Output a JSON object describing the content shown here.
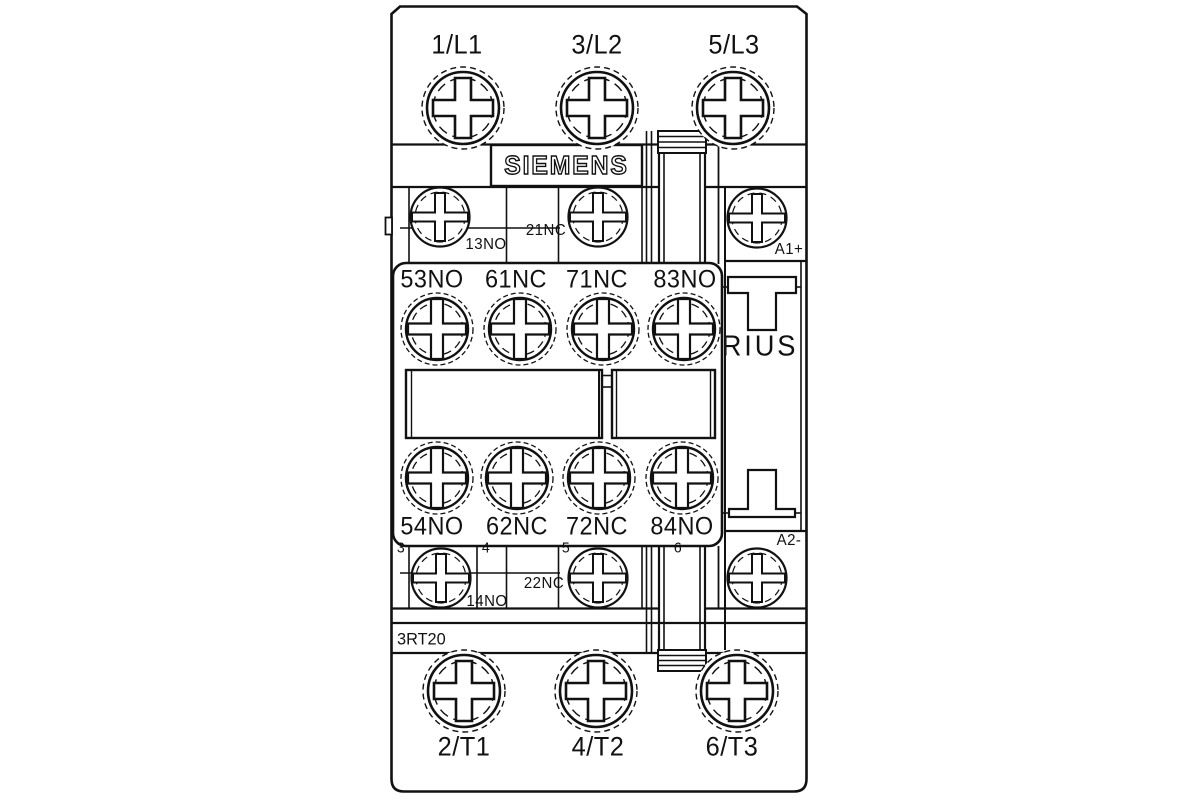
{
  "device": {
    "brand": "SIEMENS",
    "series_visible": "RIUS",
    "model": "3RT20",
    "power_terminals": {
      "top": [
        "1/L1",
        "3/L2",
        "5/L3"
      ],
      "bottom": [
        "2/T1",
        "4/T2",
        "6/T3"
      ]
    },
    "aux_terminals": {
      "block_top_row": [
        "53NO",
        "61NC",
        "71NC",
        "83NO"
      ],
      "block_bottom_row": [
        "54NO",
        "62NC",
        "72NC",
        "84NO"
      ],
      "pole_markers": [
        "3",
        "4",
        "5",
        "6"
      ],
      "builtin_top": [
        "13NO",
        "21NC"
      ],
      "builtin_bottom": [
        "14NO",
        "22NC"
      ]
    },
    "coil_terminals": {
      "top": "A1+",
      "bottom": "A2-"
    },
    "colors": {
      "line": "#111111",
      "background": "#ffffff"
    }
  }
}
